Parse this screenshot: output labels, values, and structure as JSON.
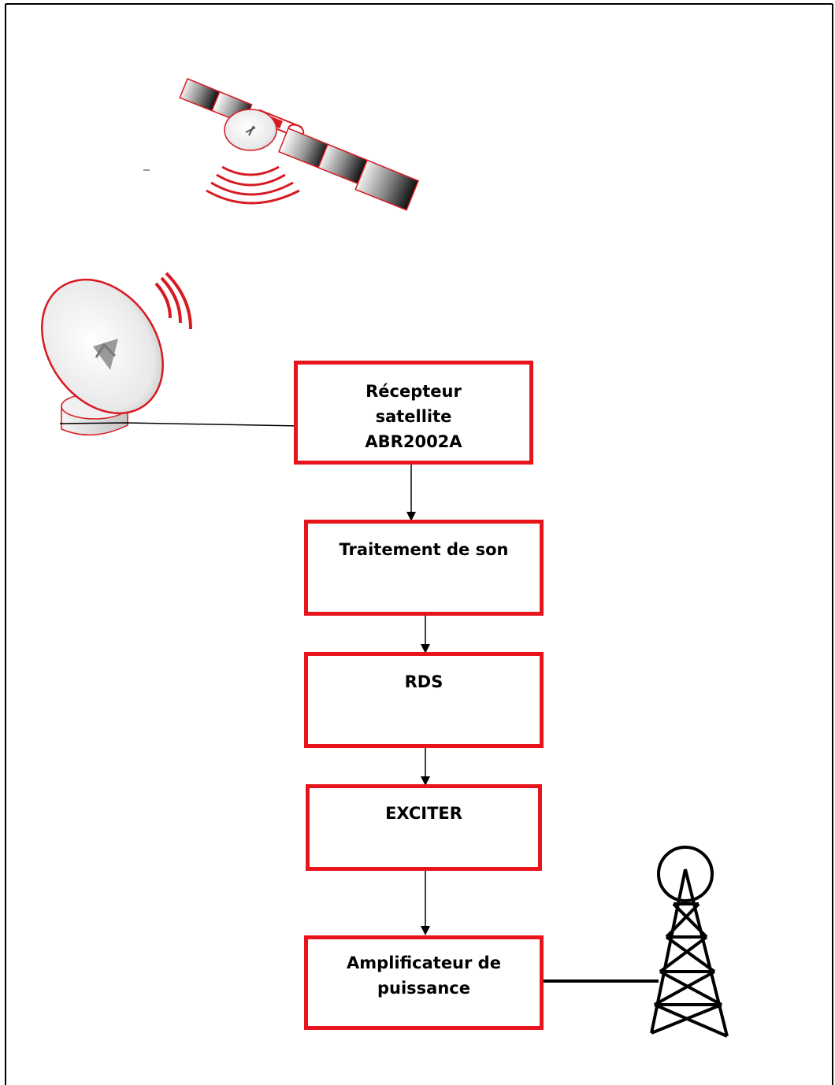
{
  "blocks": {
    "receiver": [
      "Récepteur",
      "satellite",
      "ABR2002A"
    ],
    "sound_processing": [
      "Traitement de son"
    ],
    "rds": [
      "RDS"
    ],
    "exciter": [
      "EXCITER"
    ],
    "power_amplifier": [
      "Amplificateur de",
      "puissance"
    ]
  },
  "icons": {
    "satellite": "satellite-icon",
    "dish": "satellite-dish-icon",
    "tower": "transmitter-tower-icon"
  },
  "colors": {
    "block_border": "#e8141c",
    "signal_waves": "#d71920",
    "connector": "#000000"
  }
}
